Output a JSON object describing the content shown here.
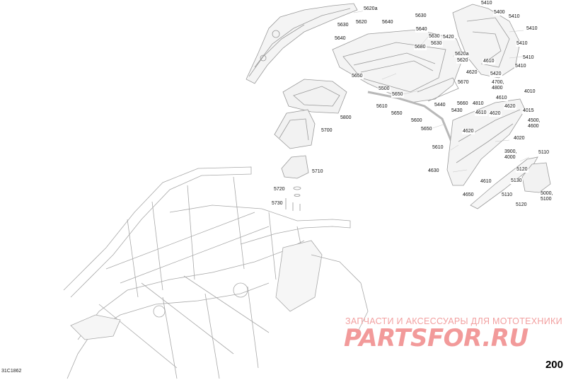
{
  "diagram": {
    "figure_code": "31C1862",
    "page_number": "200",
    "watermark_line": "ЗАПЧАСТИ И АКСЕССУАРЫ ДЛЯ МОТОТЕХНИКИ",
    "watermark_brand": "PARTSFOR.RU",
    "callouts": [
      "5620a",
      "5620",
      "5640",
      "5630",
      "5640",
      "5630",
      "5630",
      "5640",
      "5680",
      "5630",
      "5620",
      "5620a",
      "5650",
      "5500",
      "5650",
      "5610",
      "5650",
      "5600",
      "5650",
      "5800",
      "5700",
      "5710",
      "5720",
      "5730",
      "5410",
      "5400",
      "5410",
      "5410",
      "5410",
      "5420",
      "5410",
      "5410",
      "5420",
      "4620",
      "4610",
      "4700,\n4800",
      "4810",
      "5670",
      "5440",
      "5660",
      "5430",
      "4610",
      "4620",
      "4010",
      "4015",
      "4610",
      "4620",
      "4500,\n4600",
      "4620",
      "4020",
      "5610",
      "4630",
      "3900,\n4000",
      "5110",
      "5120",
      "4610",
      "5130",
      "4650",
      "5110",
      "5000,\n5100",
      "5120"
    ]
  }
}
